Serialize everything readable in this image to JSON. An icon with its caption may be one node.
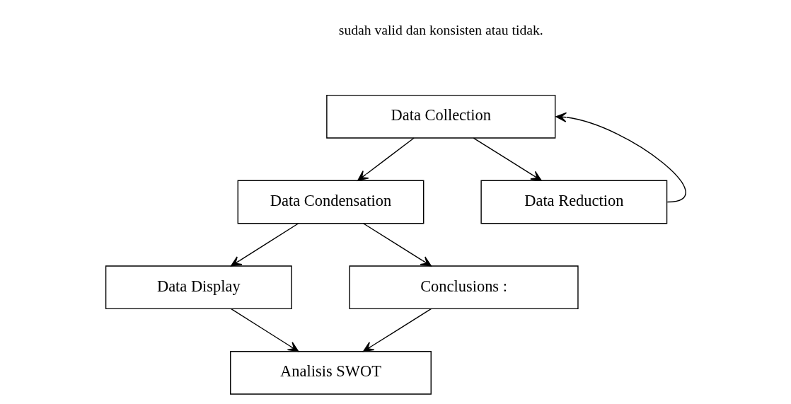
{
  "diagram": {
    "nodes": [
      {
        "text": [
          "Data Collection"
        ]
      },
      {
        "text": [
          "Data Condensation"
        ]
      },
      {
        "text": [
          "Data Reduction"
        ]
      },
      {
        "text": [
          "Data Display"
        ]
      },
      {
        "text": [
          "Conclusions :"
        ]
      },
      {
        "text": [
          "Analisis SWOT"
        ]
      }
    ],
    "edges": [
      {
        "from": 0,
        "to": 1,
        "arrow": "to"
      },
      {
        "from": 0,
        "to": 2,
        "arrow": "to"
      },
      {
        "from": 2,
        "to": 0,
        "arrow": "to"
      },
      {
        "from": 1,
        "to": 3,
        "arrow": "to"
      },
      {
        "from": 1,
        "to": 4,
        "arrow": "to"
      },
      {
        "from": 3,
        "to": 5,
        "arrow": "to"
      },
      {
        "from": 4,
        "to": 5,
        "arrow": "to"
      }
    ],
    "labels": [
      "sudah valid dan konsisten atau tidak."
    ]
  }
}
